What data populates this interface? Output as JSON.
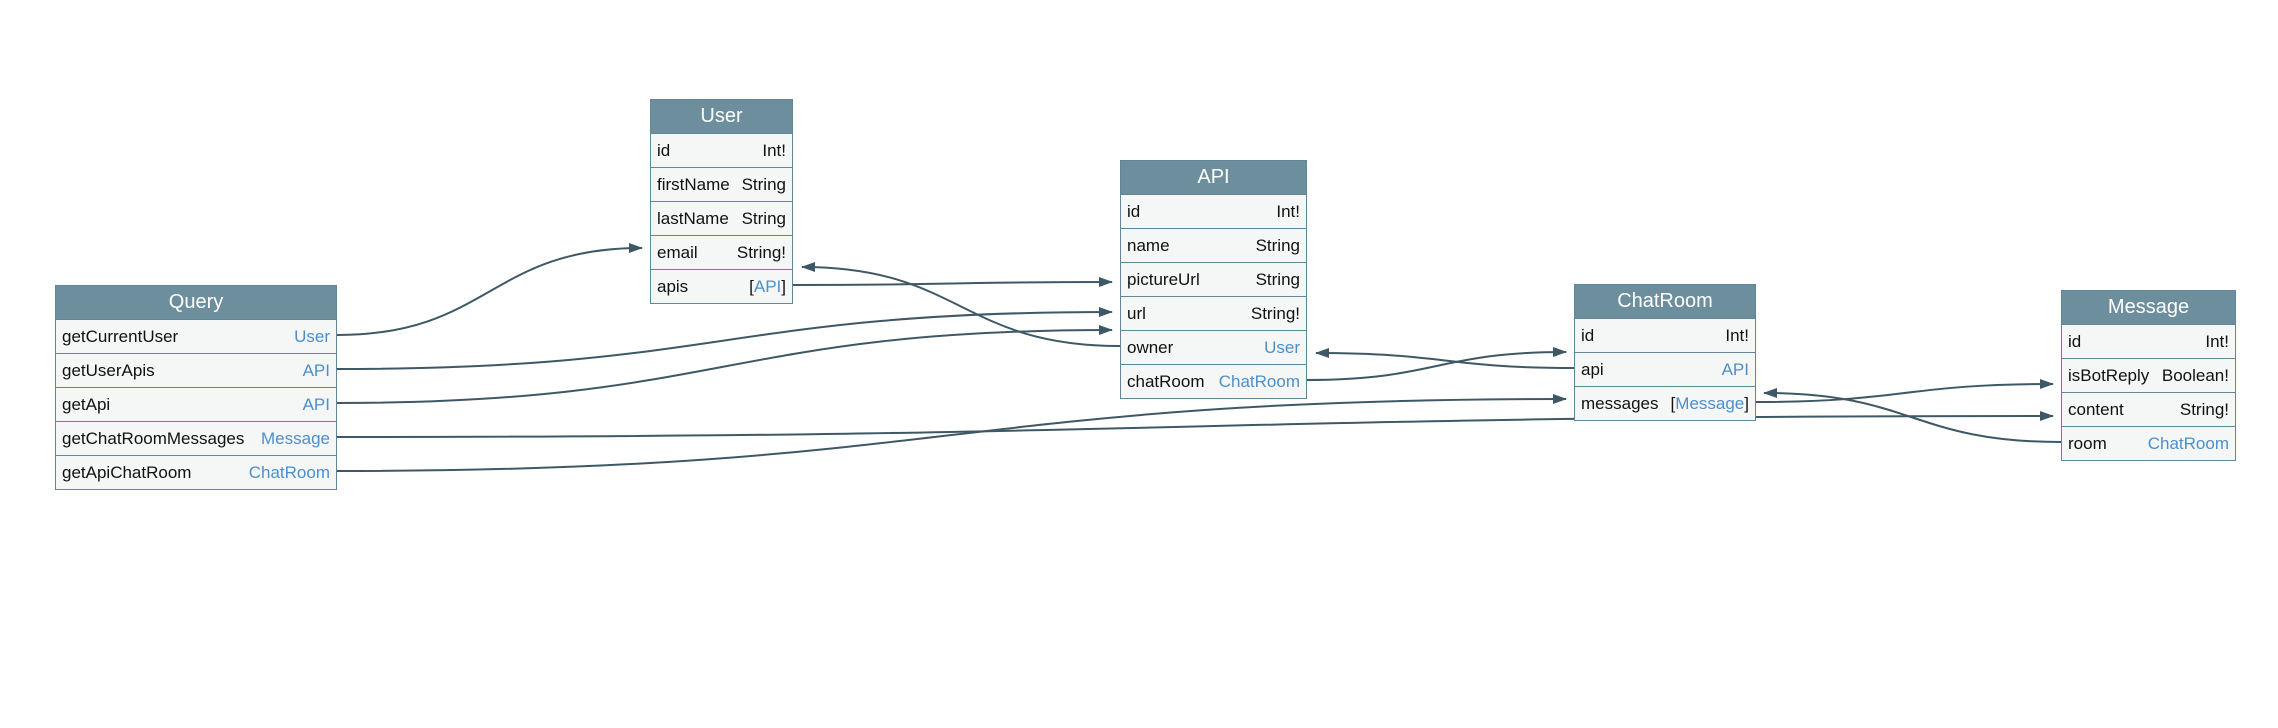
{
  "diagram": {
    "type": "graphql-schema",
    "tables": [
      {
        "id": "query",
        "name": "Query",
        "fields": [
          {
            "name": "getCurrentUser",
            "type": "User",
            "link": true,
            "list": false
          },
          {
            "name": "getUserApis",
            "type": "API",
            "link": true,
            "list": false
          },
          {
            "name": "getApi",
            "type": "API",
            "link": true,
            "list": false
          },
          {
            "name": "getChatRoomMessages",
            "type": "Message",
            "link": true,
            "list": false
          },
          {
            "name": "getApiChatRoom",
            "type": "ChatRoom",
            "link": true,
            "list": false
          }
        ]
      },
      {
        "id": "user",
        "name": "User",
        "fields": [
          {
            "name": "id",
            "type": "Int!",
            "link": false,
            "list": false
          },
          {
            "name": "firstName",
            "type": "String",
            "link": false,
            "list": false
          },
          {
            "name": "lastName",
            "type": "String",
            "link": false,
            "list": false
          },
          {
            "name": "email",
            "type": "String!",
            "link": false,
            "list": false
          },
          {
            "name": "apis",
            "type": "API",
            "link": true,
            "list": true
          }
        ]
      },
      {
        "id": "api",
        "name": "API",
        "fields": [
          {
            "name": "id",
            "type": "Int!",
            "link": false,
            "list": false
          },
          {
            "name": "name",
            "type": "String",
            "link": false,
            "list": false
          },
          {
            "name": "pictureUrl",
            "type": "String",
            "link": false,
            "list": false
          },
          {
            "name": "url",
            "type": "String!",
            "link": false,
            "list": false
          },
          {
            "name": "owner",
            "type": "User",
            "link": true,
            "list": false
          },
          {
            "name": "chatRoom",
            "type": "ChatRoom",
            "link": true,
            "list": false
          }
        ]
      },
      {
        "id": "chatroom",
        "name": "ChatRoom",
        "fields": [
          {
            "name": "id",
            "type": "Int!",
            "link": false,
            "list": false
          },
          {
            "name": "api",
            "type": "API",
            "link": true,
            "list": false
          },
          {
            "name": "messages",
            "type": "Message",
            "link": true,
            "list": true
          }
        ]
      },
      {
        "id": "message",
        "name": "Message",
        "fields": [
          {
            "name": "id",
            "type": "Int!",
            "link": false,
            "list": false
          },
          {
            "name": "isBotReply",
            "type": "Boolean!",
            "link": false,
            "list": false
          },
          {
            "name": "content",
            "type": "String!",
            "link": false,
            "list": false
          },
          {
            "name": "room",
            "type": "ChatRoom",
            "link": true,
            "list": false
          }
        ]
      }
    ],
    "edges": [
      {
        "from": "query.getCurrentUser",
        "to": "user"
      },
      {
        "from": "query.getUserApis",
        "to": "api"
      },
      {
        "from": "query.getApi",
        "to": "api"
      },
      {
        "from": "query.getChatRoomMessages",
        "to": "message"
      },
      {
        "from": "query.getApiChatRoom",
        "to": "chatroom"
      },
      {
        "from": "user.apis",
        "to": "api"
      },
      {
        "from": "api.owner",
        "to": "user"
      },
      {
        "from": "api.chatRoom",
        "to": "chatroom"
      },
      {
        "from": "chatroom.api",
        "to": "api"
      },
      {
        "from": "chatroom.messages",
        "to": "message"
      },
      {
        "from": "message.room",
        "to": "chatroom"
      }
    ],
    "colors": {
      "header": "#6c8e9d",
      "border": "#5f8699",
      "row_bg": "#f5f6f6",
      "link_type": "#4b8fcf",
      "edge": "#3f5866"
    }
  }
}
